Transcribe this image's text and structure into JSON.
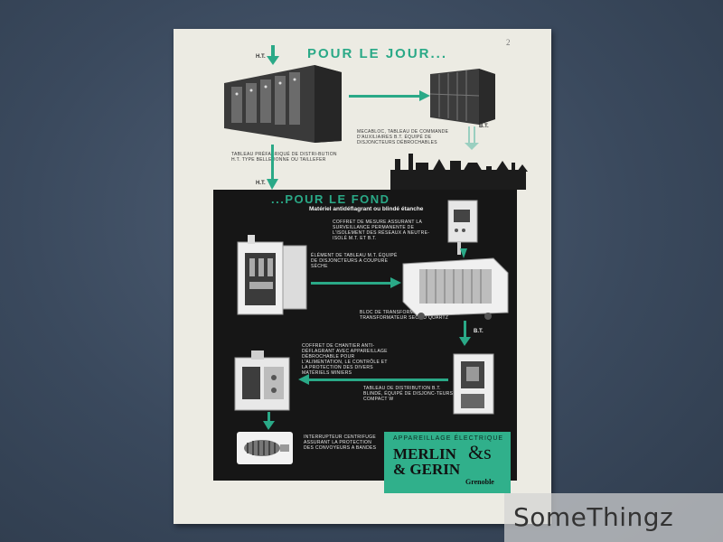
{
  "page_number": "2",
  "section_day": {
    "title": "POUR LE JOUR...",
    "label_ht": "H.T.",
    "label_bt": "B.T.",
    "caption_left": "TABLEAU PRÉFABRIQUÉ DE DISTRI-BUTION H.T. TYPE BELLEDONNE OU TAILLEFER",
    "caption_right": "MECABLOC, TABLEAU DE COMMANDE D'AUXILIAIRES B.T. ÉQUIPÉ DE DISJONCTEURS DÉBROCHABLES"
  },
  "section_fond": {
    "title": "...POUR LE FOND",
    "subtitle": "Matériel antidéflagrant ou blindé étanche",
    "label_ht": "H.T.",
    "label_bt": "B.T.",
    "cap_coffret": "COFFRET DE MESURE ASSURANT LA SURVEILLANCE PERMANENTE DE L'ISOLEMENT DES RÉSEAUX A NEUTRE-ISOLÉ M.T. ET B.T.",
    "cap_element": "ÉLÉMENT DE TABLEAU M.T. ÉQUIPÉ DE DISJONCTEURS A COUPURE SÈCHE",
    "cap_bloc": "BLOC DE TRANSFORMATION AVEC TRANSFORMATEUR SEC AU QUARTZ",
    "cap_chantier": "COFFRET DE CHANTIER ANTI-DÉFLAGRANT AVEC APPAREILLAGE DÉBROCHABLE POUR L'ALIMENTATION, LE CONTRÔLE ET LA PROTECTION DES DIVERS MATÉRIELS MINIERS",
    "cap_distribution": "TABLEAU DE DISTRIBUTION B.T. BLINDÉ, ÉQUIPÉ DE DISJONC-TEURS COMPACT W",
    "cap_interrupteur": "INTERRUPTEUR CENTRIFUGE ASSURANT LA PROTECTION DES CONVOYEURS A BANDES"
  },
  "logo": {
    "line1": "APPAREILLAGE ÉLECTRIQUE",
    "line2": "MERLIN",
    "line3": "& GERIN",
    "amp": "&s",
    "city": "Grenoble"
  },
  "watermark": "SomeThingz",
  "colors": {
    "accent_green": "#2aa987",
    "panel_black": "#161616",
    "paper": "#ecebe3"
  }
}
